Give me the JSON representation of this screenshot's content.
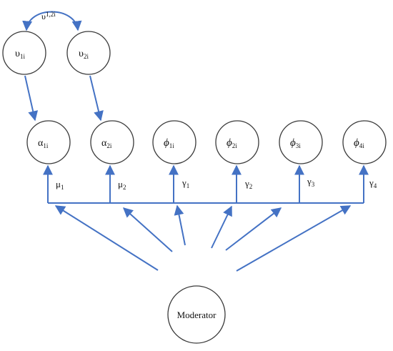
{
  "diagram": {
    "line_color": "#4472C4",
    "node_stroke_color": "#3a3a3a",
    "covariance_label": {
      "main": "υ",
      "sub": "1,2i"
    },
    "nodes": {
      "u1": {
        "main": "υ",
        "sub": "1i"
      },
      "u2": {
        "main": "υ",
        "sub": "2i"
      },
      "a1": {
        "main": "α",
        "sub": "1i"
      },
      "a2": {
        "main": "α",
        "sub": "2i"
      },
      "p1": {
        "main": "ϕ",
        "sub": "1i"
      },
      "p2": {
        "main": "ϕ",
        "sub": "2i"
      },
      "p3": {
        "main": "ϕ",
        "sub": "3i"
      },
      "p4": {
        "main": "ϕ",
        "sub": "4i"
      },
      "moderator": {
        "label": "Moderator"
      }
    },
    "path_labels": {
      "mu1": {
        "main": "μ",
        "sub": "1"
      },
      "mu2": {
        "main": "μ",
        "sub": "2"
      },
      "g1": {
        "main": "γ",
        "sub": "1"
      },
      "g2": {
        "main": "γ",
        "sub": "2"
      },
      "g3": {
        "main": "γ",
        "sub": "3"
      },
      "g4": {
        "main": "γ",
        "sub": "4"
      }
    }
  }
}
